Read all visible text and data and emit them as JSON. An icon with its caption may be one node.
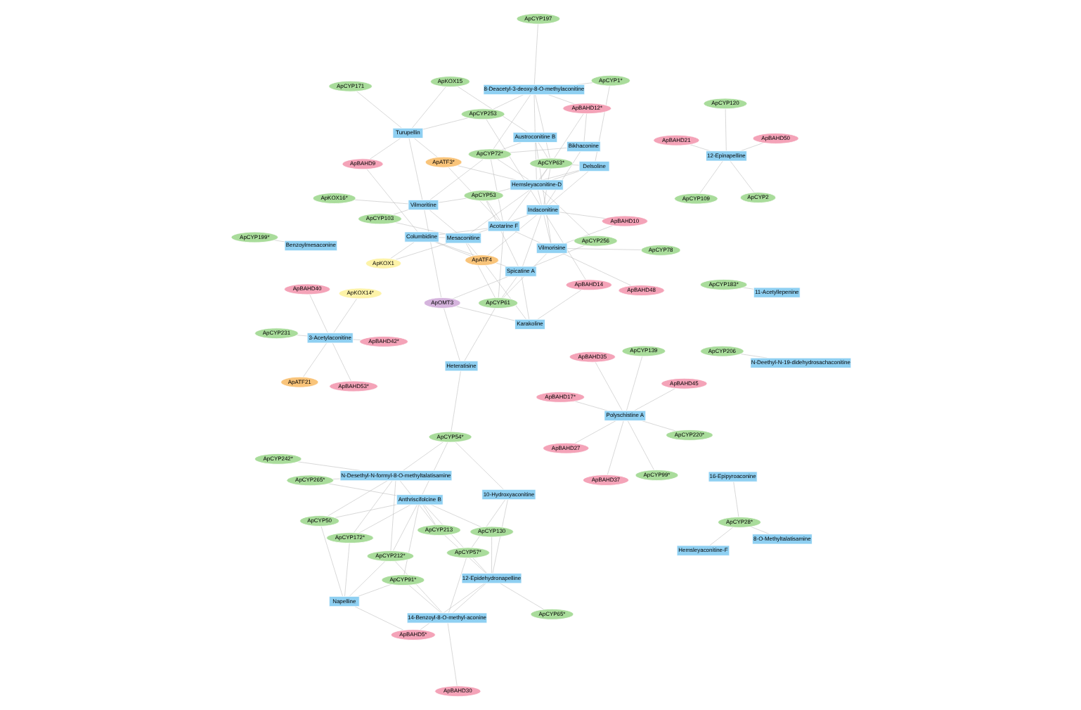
{
  "diagram": {
    "nodes": [
      {
        "text": [
          "ApCYP213"
        ]
      },
      {
        "text": [
          "ApCYP57*"
        ]
      },
      {
        "text": [
          "ApCYP91*"
        ]
      },
      {
        "text": [
          "ApCYP54*"
        ]
      },
      {
        "text": [
          "10-Hydroxyaconitine"
        ]
      },
      {
        "text": [
          "ApCYP130"
        ]
      },
      {
        "text": [
          "12-Epidehydronapelline"
        ]
      },
      {
        "text": [
          "ApBAHD30"
        ]
      },
      {
        "text": [
          "14-Benzoyl-8-O-methyl-aconine"
        ]
      },
      {
        "text": [
          "ApCYP242*"
        ]
      },
      {
        "text": [
          "Napelline"
        ]
      },
      {
        "text": [
          "ApCYP212*"
        ]
      },
      {
        "text": [
          "N-Desethyl-N-formyl-8-O-methyltalatisamine"
        ]
      },
      {
        "text": [
          "ApCYP65*"
        ]
      },
      {
        "text": [
          "Anthriscifolcine B"
        ]
      },
      {
        "text": [
          "ApBAHD5*"
        ]
      },
      {
        "text": [
          "ApCYP172*"
        ]
      },
      {
        "text": [
          "ApCYP50"
        ]
      },
      {
        "text": [
          "ApCYP265*"
        ]
      },
      {
        "text": [
          "Heteratisine"
        ]
      },
      {
        "text": [
          "ApCYP109"
        ]
      },
      {
        "text": [
          "ApCYP2"
        ]
      },
      {
        "text": [
          "12-Epinapelline"
        ]
      },
      {
        "text": [
          "ApCYP120"
        ]
      },
      {
        "text": [
          "ApBAHD50"
        ]
      },
      {
        "text": [
          "ApBAHD21"
        ]
      },
      {
        "text": [
          "ApKOX1"
        ]
      },
      {
        "text": [
          "ApCYP103"
        ]
      },
      {
        "text": [
          "ApATF3*"
        ]
      },
      {
        "text": [
          "ApCYP256"
        ]
      },
      {
        "text": [
          "ApBAHD9"
        ]
      },
      {
        "text": [
          "Hemsleyaconitine-D"
        ]
      },
      {
        "text": [
          "ApBAHD14"
        ]
      },
      {
        "text": [
          "ApBAHD12*"
        ]
      },
      {
        "text": [
          "Columbidine"
        ]
      },
      {
        "text": [
          "Karakoline"
        ]
      },
      {
        "text": [
          "Bikhaconine"
        ]
      },
      {
        "text": [
          "ApCYP61"
        ]
      },
      {
        "text": [
          "ApCYP197"
        ]
      },
      {
        "text": [
          "Spicatine A"
        ]
      },
      {
        "text": [
          "Mesaconitine"
        ]
      },
      {
        "text": [
          "ApOMT3"
        ]
      },
      {
        "text": [
          "ApATF4"
        ]
      },
      {
        "text": [
          "Indaconitine"
        ]
      },
      {
        "text": [
          "Turupellin"
        ]
      },
      {
        "text": [
          "ApBAHD48"
        ]
      },
      {
        "text": [
          "ApCYP171"
        ]
      },
      {
        "text": [
          "Vilmorisine"
        ]
      },
      {
        "text": [
          "8-Deacetyl-3-deoxy-8-O-methylaconitine"
        ]
      },
      {
        "text": [
          "ApBAHD10"
        ]
      },
      {
        "text": [
          "ApKOX15"
        ]
      },
      {
        "text": [
          "Acotarine F"
        ]
      },
      {
        "text": [
          "Austroconitine B"
        ]
      },
      {
        "text": [
          "ApCYP63*"
        ]
      },
      {
        "text": [
          "Vilmoritine"
        ]
      },
      {
        "text": [
          "Delsoline"
        ]
      },
      {
        "text": [
          "ApCYP253"
        ]
      },
      {
        "text": [
          "ApCYP78"
        ]
      },
      {
        "text": [
          "ApCYP1*"
        ]
      },
      {
        "text": [
          "ApCYP53"
        ]
      },
      {
        "text": [
          "ApKOX16*"
        ]
      },
      {
        "text": [
          "ApCYP72*"
        ]
      },
      {
        "text": [
          "ApBAHD17*"
        ]
      },
      {
        "text": [
          "ApBAHD45"
        ]
      },
      {
        "text": [
          "ApCYP99*"
        ]
      },
      {
        "text": [
          "ApCYP139"
        ]
      },
      {
        "text": [
          "Polyschistine A"
        ]
      },
      {
        "text": [
          "ApBAHD35"
        ]
      },
      {
        "text": [
          "ApBAHD27"
        ]
      },
      {
        "text": [
          "ApCYP220*"
        ]
      },
      {
        "text": [
          "ApBAHD37"
        ]
      },
      {
        "text": [
          "ApCYP231"
        ]
      },
      {
        "text": [
          "ApBAHD42*"
        ]
      },
      {
        "text": [
          "ApBAHD53*"
        ]
      },
      {
        "text": [
          "ApBAHD40"
        ]
      },
      {
        "text": [
          "3-Acetylaconitine"
        ]
      },
      {
        "text": [
          "ApKOX14*"
        ]
      },
      {
        "text": [
          "ApATF21"
        ]
      },
      {
        "text": [
          "Hemsleyaconitine-F"
        ]
      },
      {
        "text": [
          "8-O-Methyltalatisamine"
        ]
      },
      {
        "text": [
          "ApCYP28*"
        ]
      },
      {
        "text": [
          "16-Epipyroaconine"
        ]
      },
      {
        "text": [
          "ApCYP183*"
        ]
      },
      {
        "text": [
          "11-Acetyllepenine"
        ]
      },
      {
        "text": [
          "ApCYP206"
        ]
      },
      {
        "text": [
          "ApCYP199*"
        ]
      },
      {
        "text": [
          "Benzoylmesaconine"
        ]
      },
      {
        "text": [
          "N-Deethyl-N-19-didehydrosachaconitine"
        ]
      }
    ],
    "edges": [
      {
        "from": 0,
        "to": 6,
        "arrow": "none"
      },
      {
        "from": 0,
        "to": 14,
        "arrow": "none"
      },
      {
        "from": 0,
        "to": 12,
        "arrow": "none"
      },
      {
        "from": 1,
        "to": 6,
        "arrow": "none"
      },
      {
        "from": 1,
        "to": 4,
        "arrow": "none"
      },
      {
        "from": 1,
        "to": 14,
        "arrow": "none"
      },
      {
        "from": 1,
        "to": 8,
        "arrow": "none"
      },
      {
        "from": 2,
        "to": 10,
        "arrow": "none"
      },
      {
        "from": 2,
        "to": 14,
        "arrow": "none"
      },
      {
        "from": 2,
        "to": 8,
        "arrow": "none"
      },
      {
        "from": 3,
        "to": 4,
        "arrow": "none"
      },
      {
        "from": 3,
        "to": 19,
        "arrow": "none"
      },
      {
        "from": 3,
        "to": 14,
        "arrow": "none"
      },
      {
        "from": 3,
        "to": 12,
        "arrow": "none"
      },
      {
        "from": 5,
        "to": 6,
        "arrow": "none"
      },
      {
        "from": 5,
        "to": 14,
        "arrow": "none"
      },
      {
        "from": 7,
        "to": 8,
        "arrow": "none"
      },
      {
        "from": 9,
        "to": 12,
        "arrow": "none"
      },
      {
        "from": 11,
        "to": 10,
        "arrow": "none"
      },
      {
        "from": 11,
        "to": 8,
        "arrow": "none"
      },
      {
        "from": 11,
        "to": 12,
        "arrow": "none"
      },
      {
        "from": 11,
        "to": 14,
        "arrow": "none"
      },
      {
        "from": 13,
        "to": 6,
        "arrow": "none"
      },
      {
        "from": 15,
        "to": 10,
        "arrow": "none"
      },
      {
        "from": 15,
        "to": 6,
        "arrow": "none"
      },
      {
        "from": 16,
        "to": 10,
        "arrow": "none"
      },
      {
        "from": 16,
        "to": 14,
        "arrow": "none"
      },
      {
        "from": 16,
        "to": 12,
        "arrow": "none"
      },
      {
        "from": 17,
        "to": 14,
        "arrow": "none"
      },
      {
        "from": 17,
        "to": 10,
        "arrow": "none"
      },
      {
        "from": 17,
        "to": 12,
        "arrow": "none"
      },
      {
        "from": 18,
        "to": 14,
        "arrow": "none"
      },
      {
        "from": 18,
        "to": 12,
        "arrow": "none"
      },
      {
        "from": 4,
        "to": 6,
        "arrow": "none"
      },
      {
        "from": 6,
        "to": 8,
        "arrow": "none"
      },
      {
        "from": 22,
        "to": 20,
        "arrow": "none"
      },
      {
        "from": 22,
        "to": 21,
        "arrow": "none"
      },
      {
        "from": 22,
        "to": 23,
        "arrow": "none"
      },
      {
        "from": 22,
        "to": 24,
        "arrow": "none"
      },
      {
        "from": 22,
        "to": 25,
        "arrow": "none"
      },
      {
        "from": 19,
        "to": 37,
        "arrow": "none"
      },
      {
        "from": 19,
        "to": 41,
        "arrow": "none"
      },
      {
        "from": 26,
        "to": 34,
        "arrow": "none"
      },
      {
        "from": 26,
        "to": 40,
        "arrow": "none"
      },
      {
        "from": 27,
        "to": 54,
        "arrow": "none"
      },
      {
        "from": 27,
        "to": 40,
        "arrow": "none"
      },
      {
        "from": 28,
        "to": 31,
        "arrow": "none"
      },
      {
        "from": 28,
        "to": 44,
        "arrow": "none"
      },
      {
        "from": 28,
        "to": 51,
        "arrow": "none"
      },
      {
        "from": 29,
        "to": 31,
        "arrow": "none"
      },
      {
        "from": 29,
        "to": 39,
        "arrow": "none"
      },
      {
        "from": 30,
        "to": 44,
        "arrow": "none"
      },
      {
        "from": 30,
        "to": 34,
        "arrow": "none"
      },
      {
        "from": 31,
        "to": 33,
        "arrow": "none"
      },
      {
        "from": 31,
        "to": 40,
        "arrow": "none"
      },
      {
        "from": 31,
        "to": 52,
        "arrow": "none"
      },
      {
        "from": 31,
        "to": 61,
        "arrow": "none"
      },
      {
        "from": 31,
        "to": 55,
        "arrow": "none"
      },
      {
        "from": 31,
        "to": 47,
        "arrow": "none"
      },
      {
        "from": 32,
        "to": 35,
        "arrow": "none"
      },
      {
        "from": 32,
        "to": 43,
        "arrow": "none"
      },
      {
        "from": 33,
        "to": 36,
        "arrow": "none"
      },
      {
        "from": 33,
        "to": 48,
        "arrow": "none"
      },
      {
        "from": 34,
        "to": 42,
        "arrow": "none"
      },
      {
        "from": 34,
        "to": 51,
        "arrow": "none"
      },
      {
        "from": 34,
        "to": 39,
        "arrow": "none"
      },
      {
        "from": 34,
        "to": 40,
        "arrow": "none"
      },
      {
        "from": 35,
        "to": 41,
        "arrow": "none"
      },
      {
        "from": 35,
        "to": 42,
        "arrow": "none"
      },
      {
        "from": 35,
        "to": 39,
        "arrow": "none"
      },
      {
        "from": 36,
        "to": 43,
        "arrow": "none"
      },
      {
        "from": 36,
        "to": 61,
        "arrow": "none"
      },
      {
        "from": 37,
        "to": 39,
        "arrow": "none"
      },
      {
        "from": 37,
        "to": 40,
        "arrow": "none"
      },
      {
        "from": 37,
        "to": 47,
        "arrow": "none"
      },
      {
        "from": 37,
        "to": 51,
        "arrow": "none"
      },
      {
        "from": 38,
        "to": 48,
        "arrow": "none"
      },
      {
        "from": 39,
        "to": 41,
        "arrow": "none"
      },
      {
        "from": 39,
        "to": 59,
        "arrow": "none"
      },
      {
        "from": 39,
        "to": 43,
        "arrow": "none"
      },
      {
        "from": 40,
        "to": 42,
        "arrow": "none"
      },
      {
        "from": 40,
        "to": 43,
        "arrow": "none"
      },
      {
        "from": 40,
        "to": 54,
        "arrow": "none"
      },
      {
        "from": 41,
        "to": 54,
        "arrow": "none"
      },
      {
        "from": 42,
        "to": 43,
        "arrow": "none"
      },
      {
        "from": 43,
        "to": 53,
        "arrow": "none"
      },
      {
        "from": 43,
        "to": 55,
        "arrow": "none"
      },
      {
        "from": 43,
        "to": 56,
        "arrow": "none"
      },
      {
        "from": 44,
        "to": 46,
        "arrow": "none"
      },
      {
        "from": 44,
        "to": 50,
        "arrow": "none"
      },
      {
        "from": 44,
        "to": 56,
        "arrow": "none"
      },
      {
        "from": 44,
        "to": 54,
        "arrow": "none"
      },
      {
        "from": 45,
        "to": 47,
        "arrow": "none"
      },
      {
        "from": 47,
        "to": 49,
        "arrow": "none"
      },
      {
        "from": 47,
        "to": 52,
        "arrow": "none"
      },
      {
        "from": 47,
        "to": 57,
        "arrow": "none"
      },
      {
        "from": 47,
        "to": 51,
        "arrow": "none"
      },
      {
        "from": 48,
        "to": 53,
        "arrow": "none"
      },
      {
        "from": 48,
        "to": 58,
        "arrow": "none"
      },
      {
        "from": 48,
        "to": 56,
        "arrow": "none"
      },
      {
        "from": 48,
        "to": 61,
        "arrow": "none"
      },
      {
        "from": 48,
        "to": 52,
        "arrow": "none"
      },
      {
        "from": 49,
        "to": 43,
        "arrow": "none"
      },
      {
        "from": 50,
        "to": 52,
        "arrow": "none"
      },
      {
        "from": 51,
        "to": 53,
        "arrow": "none"
      },
      {
        "from": 51,
        "to": 59,
        "arrow": "none"
      },
      {
        "from": 51,
        "to": 61,
        "arrow": "none"
      },
      {
        "from": 52,
        "to": 53,
        "arrow": "none"
      },
      {
        "from": 52,
        "to": 61,
        "arrow": "none"
      },
      {
        "from": 54,
        "to": 60,
        "arrow": "none"
      },
      {
        "from": 54,
        "to": 61,
        "arrow": "none"
      },
      {
        "from": 54,
        "to": 59,
        "arrow": "none"
      },
      {
        "from": 55,
        "to": 58,
        "arrow": "none"
      },
      {
        "from": 55,
        "to": 59,
        "arrow": "none"
      },
      {
        "from": 55,
        "to": 53,
        "arrow": "none"
      },
      {
        "from": 66,
        "to": 62,
        "arrow": "none"
      },
      {
        "from": 66,
        "to": 63,
        "arrow": "none"
      },
      {
        "from": 66,
        "to": 64,
        "arrow": "none"
      },
      {
        "from": 66,
        "to": 65,
        "arrow": "none"
      },
      {
        "from": 66,
        "to": 67,
        "arrow": "none"
      },
      {
        "from": 66,
        "to": 68,
        "arrow": "none"
      },
      {
        "from": 66,
        "to": 69,
        "arrow": "none"
      },
      {
        "from": 66,
        "to": 70,
        "arrow": "none"
      },
      {
        "from": 75,
        "to": 71,
        "arrow": "none"
      },
      {
        "from": 75,
        "to": 72,
        "arrow": "none"
      },
      {
        "from": 75,
        "to": 73,
        "arrow": "none"
      },
      {
        "from": 75,
        "to": 74,
        "arrow": "none"
      },
      {
        "from": 75,
        "to": 76,
        "arrow": "none"
      },
      {
        "from": 75,
        "to": 77,
        "arrow": "none"
      },
      {
        "from": 80,
        "to": 79,
        "arrow": "none"
      },
      {
        "from": 80,
        "to": 78,
        "arrow": "none"
      },
      {
        "from": 80,
        "to": 81,
        "arrow": "none"
      },
      {
        "from": 82,
        "to": 83,
        "arrow": "none"
      },
      {
        "from": 84,
        "to": 87,
        "arrow": "none"
      },
      {
        "from": 85,
        "to": 86,
        "arrow": "none"
      }
    ]
  }
}
